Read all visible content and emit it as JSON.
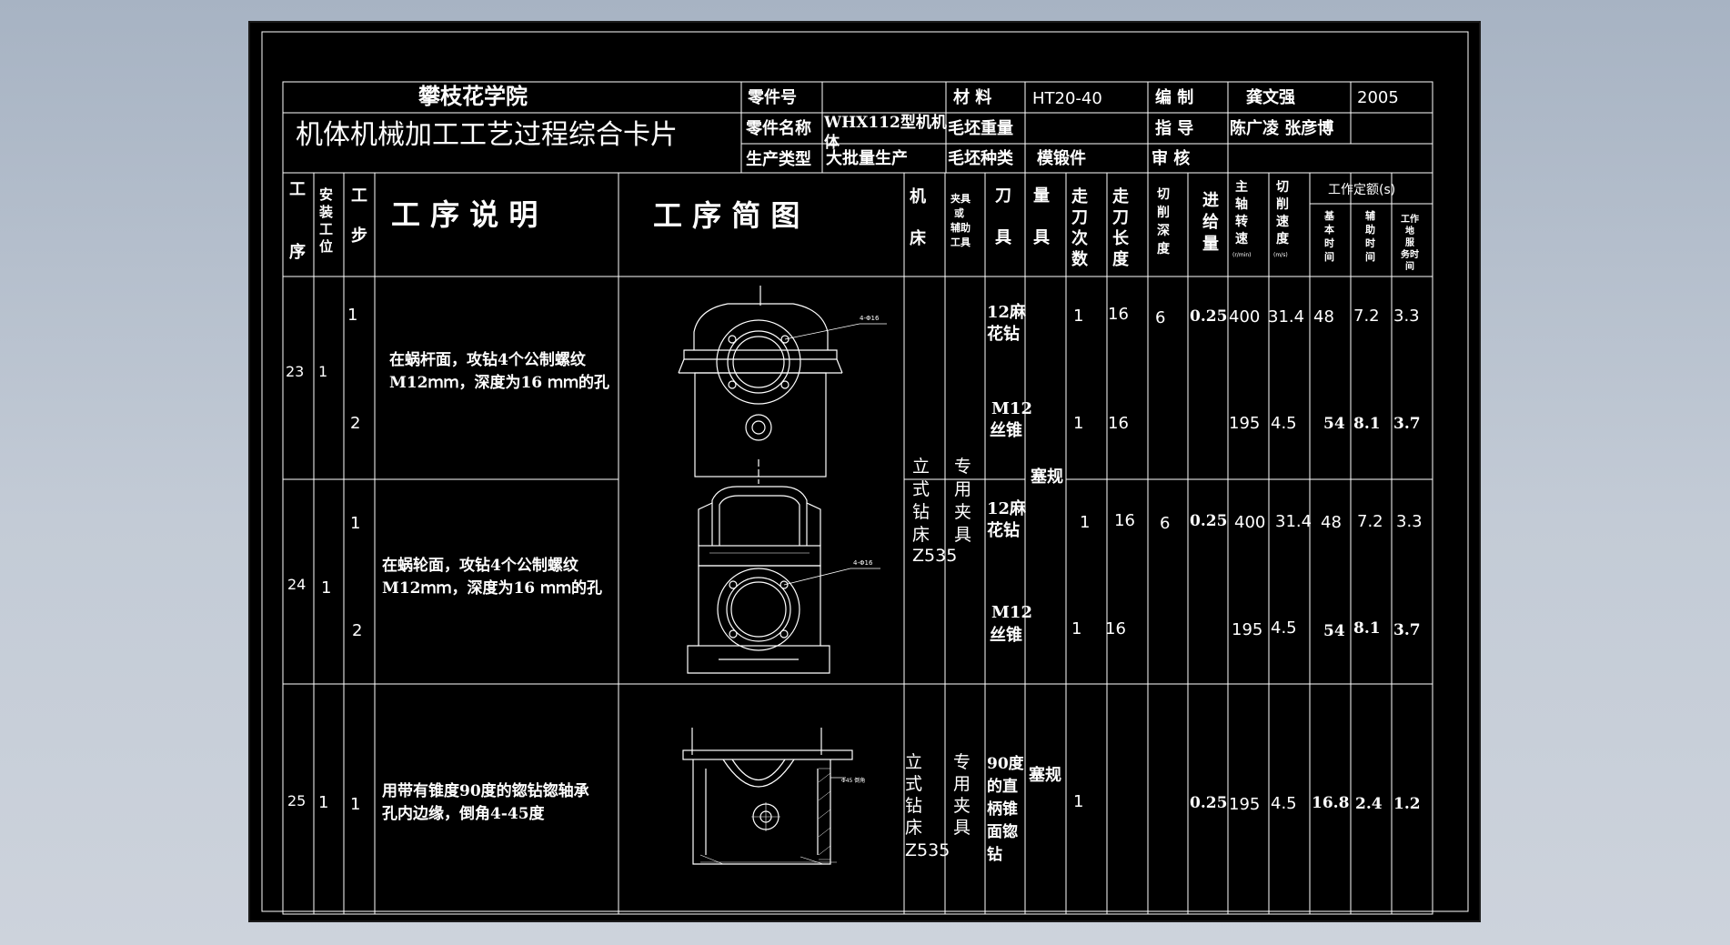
{
  "colors": {
    "background": "#c3cbd6",
    "paper": "#000000",
    "lines": "#ffffff"
  },
  "header": {
    "school": "攀枝花学院",
    "card_title": "机体机械加工工艺过程综合卡片",
    "part_no_label": "零件号",
    "part_no_value": "",
    "part_name_label": "零件名称",
    "part_name_value_1": "WHX112型机机",
    "part_name_value_2": "体",
    "prod_type_label": "生产类型",
    "prod_type_value": "大批量生产",
    "material_label": "材  料",
    "material_value": "HT20-40",
    "blank_weight_label": "毛坯重量",
    "blank_weight_value": "",
    "blank_type_label": "毛坯种类",
    "blank_type_value": "模锻件",
    "compile_label": "编  制",
    "compile_value": "龚文强",
    "year": "2005",
    "guide_label": "指  导",
    "guide_value": "陈广凌 张彦博",
    "review_label": "审  核",
    "review_value": ""
  },
  "columns": {
    "process_1": "工",
    "process_2": "序",
    "install_1": "安",
    "install_2": "装",
    "install_3": "工",
    "install_4": "位",
    "step_1": "工",
    "step_2": "步",
    "desc": "工 序 说 明",
    "sketch": "工 序 简 图",
    "machine_1": "机",
    "machine_2": "床",
    "fixture_1": "夹具",
    "fixture_2": "或",
    "fixture_3": "辅助",
    "fixture_4": "工具",
    "tool_1": "刀",
    "tool_2": "具",
    "gauge_1": "量",
    "gauge_2": "具",
    "passes_1": "走",
    "passes_2": "刀",
    "passes_3": "次",
    "passes_4": "数",
    "length_1": "走",
    "length_2": "刀",
    "length_3": "长",
    "length_4": "度",
    "depth_1": "切",
    "depth_2": "削",
    "depth_3": "深",
    "depth_4": "度",
    "feed_1": "进",
    "feed_2": "给",
    "feed_3": "量",
    "spindle_1": "主",
    "spindle_2": "轴",
    "spindle_3": "转",
    "spindle_4": "速",
    "spindle_unit": "(r/min)",
    "speed_1": "切",
    "speed_2": "削",
    "speed_3": "速",
    "speed_4": "度",
    "speed_unit": "(m/s)",
    "quota": "工作定额(s)",
    "basic_1": "基",
    "basic_2": "本",
    "basic_3": "时",
    "basic_4": "间",
    "aux_1": "辅",
    "aux_2": "助",
    "aux_3": "时",
    "aux_4": "间",
    "serv_1": "工作",
    "serv_2": "地",
    "serv_3": "服",
    "serv_4": "务时",
    "serv_5": "间"
  },
  "ops": {
    "op23": {
      "no": "23",
      "install": "1",
      "desc_1": "在蜗杆面，攻钻4个公制螺纹",
      "desc_2": "M12ｍｍ，深度为16 ｍｍ的孔",
      "s1": {
        "step": "1",
        "tool_1": "12麻",
        "tool_2": "花钻",
        "passes": "1",
        "length": "16",
        "depth": "6",
        "feed": "0.25",
        "spindle": "400",
        "speed": "31.4",
        "basic": "48",
        "aux": "7.2",
        "serv": "3.3"
      },
      "s2": {
        "step": "2",
        "tool_1": "M12",
        "tool_2": "丝锥",
        "passes": "1",
        "length": "16",
        "spindle": "195",
        "speed": "4.5",
        "basic": "54",
        "aux": "8.1",
        "serv": "3.7"
      }
    },
    "op24": {
      "no": "24",
      "install": "1",
      "desc_1": "在蜗轮面，攻钻4个公制螺纹",
      "desc_2": "M12ｍｍ，深度为16 ｍｍ的孔",
      "s1": {
        "step": "1",
        "tool_1": "12麻",
        "tool_2": "花钻",
        "passes": "1",
        "length": "16",
        "depth": "6",
        "feed": "0.25",
        "spindle": "400",
        "speed": "31.4",
        "basic": "48",
        "aux": "7.2",
        "serv": "3.3"
      },
      "s2": {
        "step": "2",
        "tool_1": "M12",
        "tool_2": "丝锥",
        "passes": "1",
        "length": "16",
        "spindle": "195",
        "speed": "4.5",
        "basic": "54",
        "aux": "8.1",
        "serv": "3.7"
      }
    },
    "op25": {
      "no": "25",
      "install": "1",
      "step": "1",
      "desc_1": "用带有锥度90度的锪钻锪轴承",
      "desc_2": "孔内边缘，倒角4-45度",
      "machine_1": "立",
      "machine_2": "式",
      "machine_3": "钻",
      "machine_4": "床",
      "machine_5": "Z535",
      "fixture_1": "专",
      "fixture_2": "用",
      "fixture_3": "夹",
      "fixture_4": "具",
      "tool_1": "90度",
      "tool_2": "的直",
      "tool_3": "柄锥",
      "tool_4": "面锪",
      "tool_5": "钻",
      "gauge": "塞规",
      "passes": "1",
      "feed": "0.25",
      "spindle": "195",
      "speed": "4.5",
      "basic": "16.8",
      "aux": "2.4",
      "serv": "1.2"
    },
    "shared_23_24": {
      "machine_1": "立",
      "machine_2": "式",
      "machine_3": "钻",
      "machine_4": "床",
      "machine_5": "Z535",
      "fixture_1": "专",
      "fixture_2": "用",
      "fixture_3": "夹",
      "fixture_4": "具",
      "gauge": "塞规"
    }
  },
  "sketch_labels": {
    "a": "4-Φ16",
    "b": "4-Φ16",
    "c": "Φ45 倒角"
  }
}
